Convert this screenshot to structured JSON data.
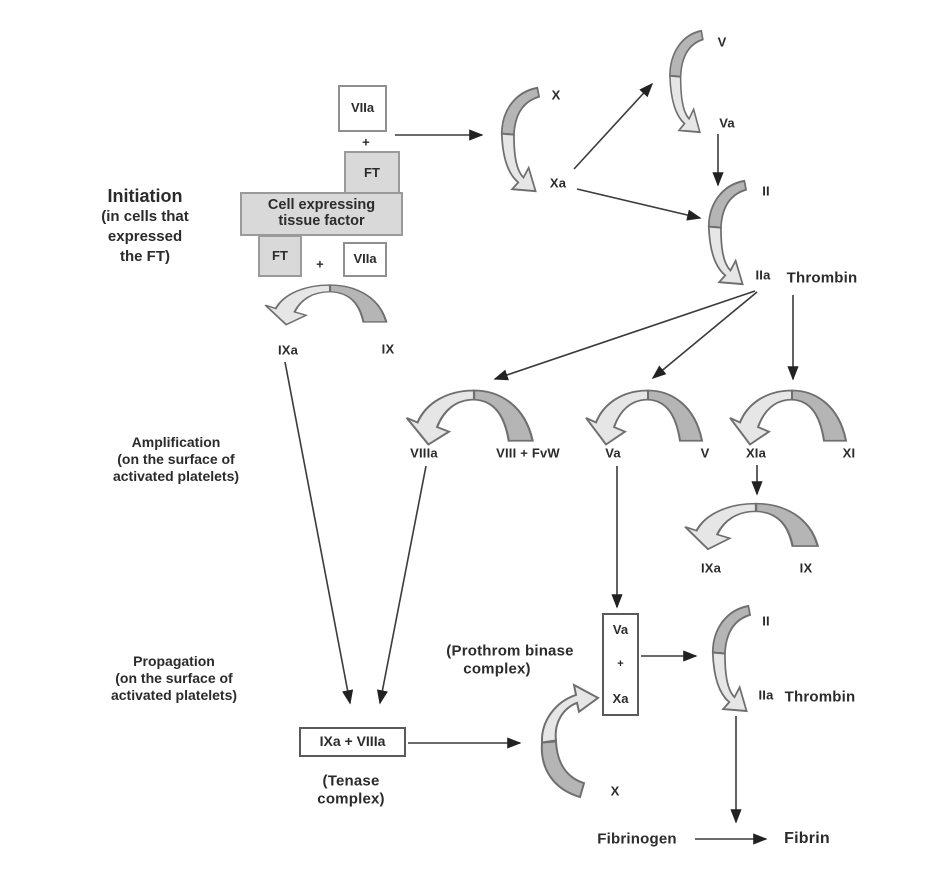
{
  "stages": {
    "initiation": {
      "title": "Initiation",
      "lines": [
        "(in cells that",
        "expressed",
        "the FT)"
      ]
    },
    "amplification": {
      "title": "Amplification",
      "lines": [
        "(on the surface of",
        "activated platelets)"
      ]
    },
    "propagation": {
      "title": "Propagation",
      "lines": [
        "(on the surface of",
        "activated platelets)"
      ]
    }
  },
  "initiation": {
    "factor_viia_top": "VIIa",
    "plus_top": "+",
    "tissue_factor_top": "FT",
    "cell_box": [
      "Cell expressing",
      "tissue factor"
    ],
    "tissue_factor_bottom": "FT",
    "plus_bottom": "+",
    "factor_viia_bottom": "VIIa",
    "product": "IXa",
    "substrate": "IX"
  },
  "cascade_top": {
    "factor_x": "X",
    "factor_xa": "Xa",
    "factor_v": "V",
    "factor_va": "Va",
    "factor_ii": "II",
    "factor_iia": "IIa",
    "thrombin": "Thrombin"
  },
  "amplification_row": {
    "factor_viiia": "VIIIa",
    "factor_viii_fvw": "VIII + FvW",
    "factor_va": "Va",
    "factor_v": "V",
    "factor_xia": "XIa",
    "factor_xi": "XI",
    "factor_ixa": "IXa",
    "factor_ix": "IX"
  },
  "propagation_row": {
    "tenase_box": "IXa + VIIIa",
    "tenase_caption": [
      "(Tenase",
      "complex)"
    ],
    "prothrombinase_caption": [
      "(Prothrom binase",
      "complex)"
    ],
    "complex_box": [
      "Va",
      "+",
      "Xa"
    ],
    "factor_x": "X",
    "factor_ii": "II",
    "factor_iia": "IIa",
    "thrombin": "Thrombin",
    "fibrinogen": "Fibrinogen",
    "fibrin": "Fibrin"
  },
  "colors": {
    "arc_dark_arm": "#b5b5b5",
    "arc_light_arm": "#e6e6e6",
    "arc_outline": "#6f6f6f",
    "box_gray_fill": "#d9d9d9",
    "line_color": "#3b3b3b",
    "text_color": "#2b2b2b",
    "background": "#ffffff"
  }
}
